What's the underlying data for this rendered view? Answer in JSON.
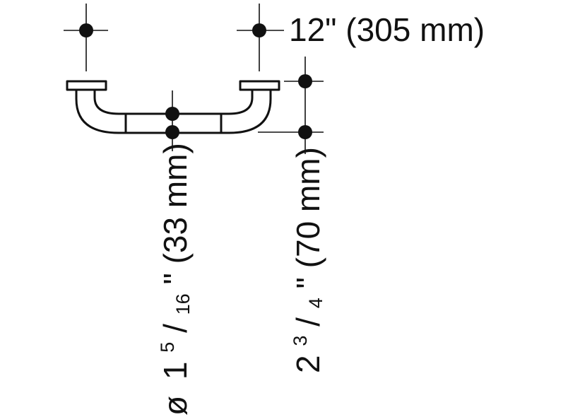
{
  "colors": {
    "ink": "#111111",
    "background": "#ffffff"
  },
  "dimensions": {
    "length": "12\" (305 mm)",
    "diameter": {
      "symbol": "ø",
      "whole": "1",
      "numerator": "5",
      "slash": "/",
      "denominator": "16",
      "inch_mark": "\"",
      "metric": " (33 mm)"
    },
    "projection": {
      "whole": "2",
      "numerator": "3",
      "slash": "/",
      "denominator": "4",
      "inch_mark": "\"",
      "metric": " (70 mm)"
    }
  }
}
